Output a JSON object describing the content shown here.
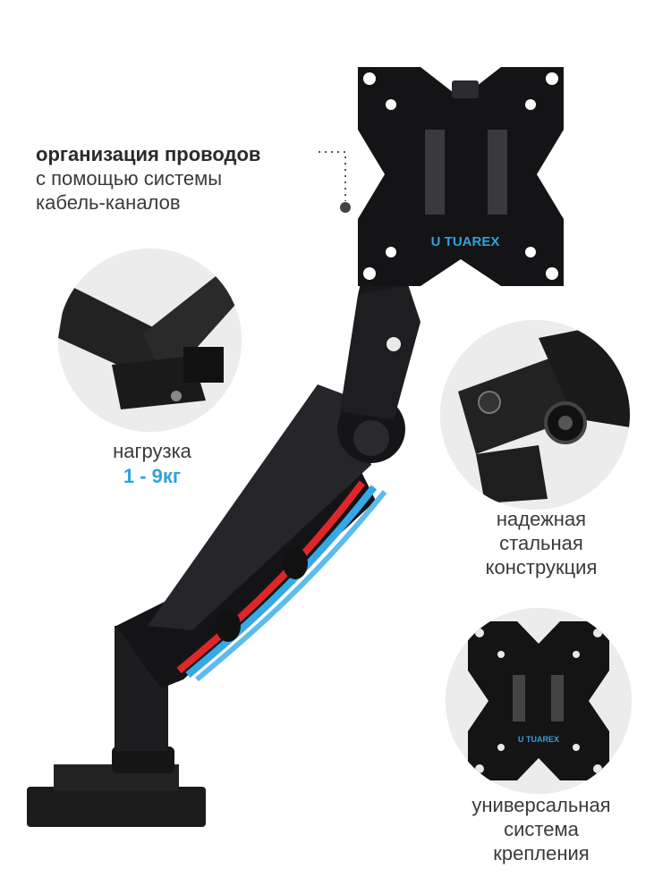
{
  "callouts": {
    "cable": {
      "line1": "организация проводов",
      "line2": "с помощью системы",
      "line3": "кабель-каналов"
    },
    "load": {
      "label": "нагрузка",
      "value": "1 - 9кг"
    },
    "steel": {
      "line1": "надежная",
      "line2": "стальная",
      "line3": "конструкция"
    },
    "mount": {
      "line1": "универсальная",
      "line2": "система",
      "line3": "крепления"
    }
  },
  "brand": {
    "name": "TUAREX",
    "mark": "U"
  },
  "colors": {
    "accent": "#2ea3dc",
    "cable_red": "#e0262b",
    "cable_blue": "#35a9e6",
    "metal": "#1d1d1f"
  }
}
